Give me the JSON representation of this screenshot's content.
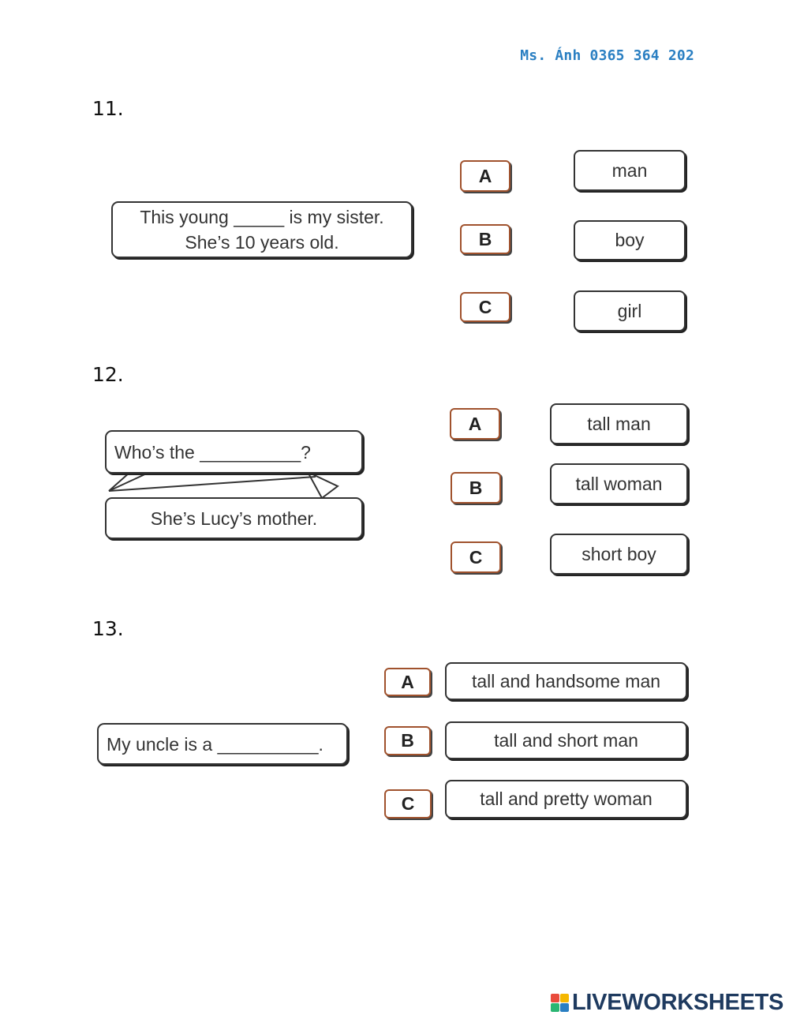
{
  "header": {
    "contact": "Ms. Ánh 0365 364 202"
  },
  "questions": [
    {
      "number": "11.",
      "prompt_line1": "This young _____ is my sister.",
      "prompt_line2": "She’s 10 years old.",
      "options": [
        {
          "letter": "A",
          "text": "man"
        },
        {
          "letter": "B",
          "text": "boy"
        },
        {
          "letter": "C",
          "text": "girl"
        }
      ]
    },
    {
      "number": "12.",
      "prompt_line1": "Who’s the __________?",
      "prompt_line2": "She’s Lucy’s mother.",
      "options": [
        {
          "letter": "A",
          "text": "tall man"
        },
        {
          "letter": "B",
          "text": "tall woman"
        },
        {
          "letter": "C",
          "text": "short boy"
        }
      ]
    },
    {
      "number": "13.",
      "prompt_line1": "My uncle is a __________.",
      "options": [
        {
          "letter": "A",
          "text": "tall and handsome man"
        },
        {
          "letter": "B",
          "text": "tall and short man"
        },
        {
          "letter": "C",
          "text": "tall and pretty woman"
        }
      ]
    }
  ],
  "footer": {
    "brand": "LIVEWORKSHEETS",
    "brand_color": "#1e3a5f",
    "logo_colors": [
      "#e94b3c",
      "#f5b700",
      "#2bb673",
      "#2a7fc2"
    ]
  },
  "colors": {
    "header_text": "#2a7fc2",
    "letter_border": "#a0522d"
  }
}
